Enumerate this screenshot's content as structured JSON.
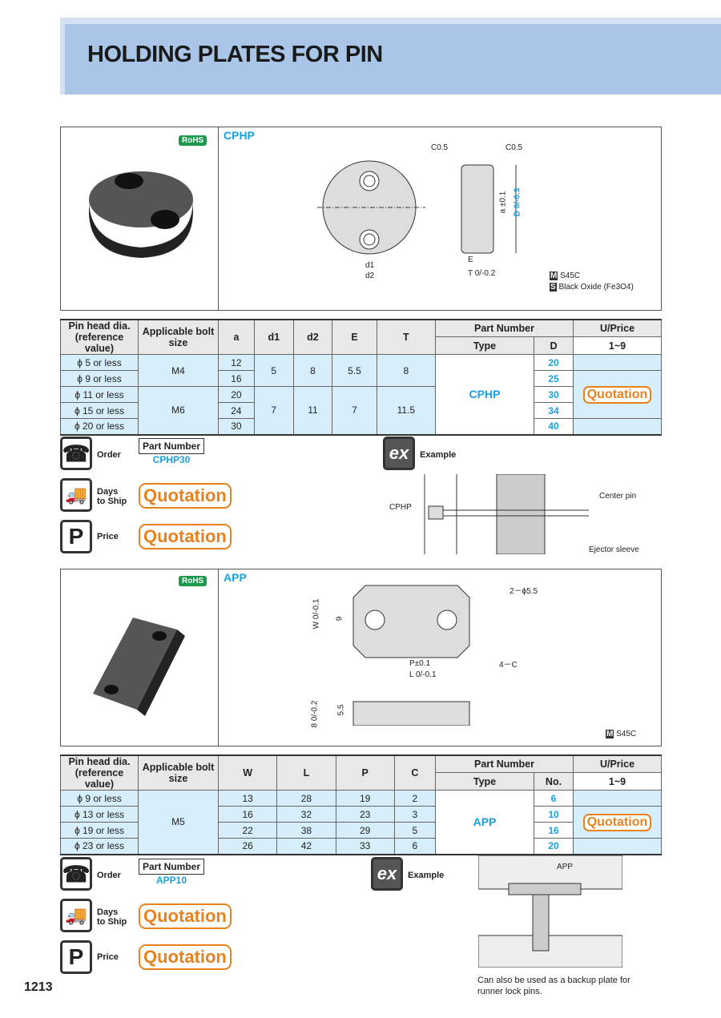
{
  "header": {
    "title": "HOLDING PLATES FOR PIN"
  },
  "cphp": {
    "rohs": "RoHS",
    "type": "CPHP",
    "drawing_labels": {
      "c1": "C0.5",
      "c2": "C0.5",
      "a": "a ±0.1",
      "D": "D 0/-0.3",
      "E": "E",
      "T": "T 0/-0.2",
      "d1": "d1",
      "d2": "d2"
    },
    "material": "S45C",
    "surface": "Black Oxide (Fe3O4)",
    "m": "M",
    "s": "S",
    "table": {
      "headers": {
        "pin": "Pin head dia.",
        "pin2": "(reference value)",
        "bolt": "Applicable bolt",
        "bolt2": "size",
        "a": "a",
        "d1": "d1",
        "d2": "d2",
        "E": "E",
        "T": "T",
        "part": "Part Number",
        "type": "Type",
        "D": "D",
        "price": "U/Price",
        "qty": "1~9"
      },
      "rows": [
        {
          "pin": "ϕ  5 or less",
          "a": "12",
          "D": "20"
        },
        {
          "pin": "ϕ  9 or less",
          "a": "16",
          "D": "25"
        },
        {
          "pin": "ϕ 11 or less",
          "a": "20",
          "D": "30"
        },
        {
          "pin": "ϕ 15 or less",
          "a": "24",
          "D": "34"
        },
        {
          "pin": "ϕ 20 or less",
          "a": "30",
          "D": "40"
        }
      ],
      "groups": [
        {
          "bolt": "M4",
          "d1": "5",
          "d2": "8",
          "E": "5.5",
          "T": "8"
        },
        {
          "bolt": "M6",
          "d1": "7",
          "d2": "11",
          "E": "7",
          "T": "11.5"
        }
      ],
      "type": "CPHP",
      "price": "Quotation"
    },
    "order": {
      "order": "Order",
      "part_label": "Part Number",
      "part_value": "CPHP30",
      "days": "Days",
      "days2": "to Ship",
      "days_value": "Quotation",
      "price": "Price",
      "price_value": "Quotation",
      "example": "Example",
      "ex": "ex"
    },
    "example_labels": {
      "cphp": "CPHP",
      "center": "Center pin",
      "sleeve": "Ejector sleeve"
    }
  },
  "app": {
    "rohs": "RoHS",
    "type": "APP",
    "drawing_labels": {
      "hole": "2－ϕ5.5",
      "c": "4－C",
      "p": "P±0.1",
      "l": "L 0/-0.1",
      "w": "W 0/-0.1",
      "nine": "9",
      "h": "5.5",
      "t": "8 0/-0.2"
    },
    "material": "S45C",
    "m": "M",
    "table": {
      "headers": {
        "pin": "Pin head dia.",
        "pin2": "(reference value)",
        "bolt": "Applicable bolt",
        "bolt2": "size",
        "W": "W",
        "L": "L",
        "P": "P",
        "C": "C",
        "part": "Part Number",
        "type": "Type",
        "no": "No.",
        "price": "U/Price",
        "qty": "1~9"
      },
      "rows": [
        {
          "pin": "ϕ  9 or less",
          "W": "13",
          "L": "28",
          "P": "19",
          "C": "2",
          "no": "6"
        },
        {
          "pin": "ϕ 13 or less",
          "W": "16",
          "L": "32",
          "P": "23",
          "C": "3",
          "no": "10"
        },
        {
          "pin": "ϕ 19 or less",
          "W": "22",
          "L": "38",
          "P": "29",
          "C": "5",
          "no": "16"
        },
        {
          "pin": "ϕ 23 or less",
          "W": "26",
          "L": "42",
          "P": "33",
          "C": "6",
          "no": "20"
        }
      ],
      "bolt": "M5",
      "type": "APP",
      "price": "Quotation"
    },
    "order": {
      "order": "Order",
      "part_label": "Part Number",
      "part_value": "APP10",
      "days": "Days",
      "days2": "to Ship",
      "days_value": "Quotation",
      "price": "Price",
      "price_value": "Quotation",
      "example": "Example",
      "ex": "ex"
    },
    "example_labels": {
      "app": "APP"
    },
    "caption": "Can also be used as a backup plate for runner lock pins."
  },
  "page_number": "1213"
}
